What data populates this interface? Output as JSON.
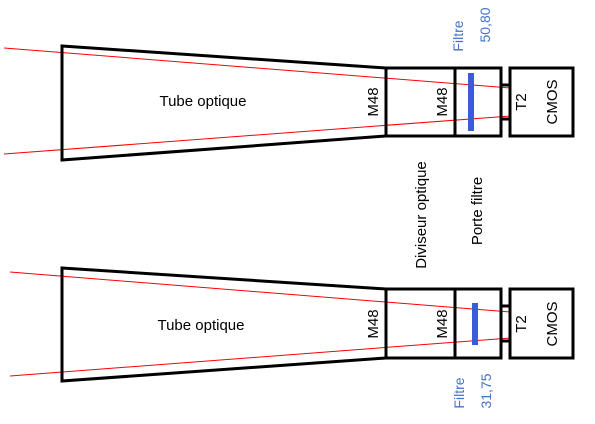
{
  "labels": {
    "tube": "Tube optique",
    "m48": "M48",
    "t2": "T2",
    "cmos": "CMOS",
    "diviseur": "Diviseur optique",
    "porte_filtre": "Porte filtre"
  },
  "filters": {
    "top": {
      "label": "Filtre",
      "size": "50,80"
    },
    "bottom": {
      "label": "Filtre",
      "size": "31,75"
    }
  },
  "colors": {
    "ray": "#ff0000",
    "filter": "#3b5bdb",
    "filter_text": "#4472c4",
    "outline": "#000000"
  }
}
